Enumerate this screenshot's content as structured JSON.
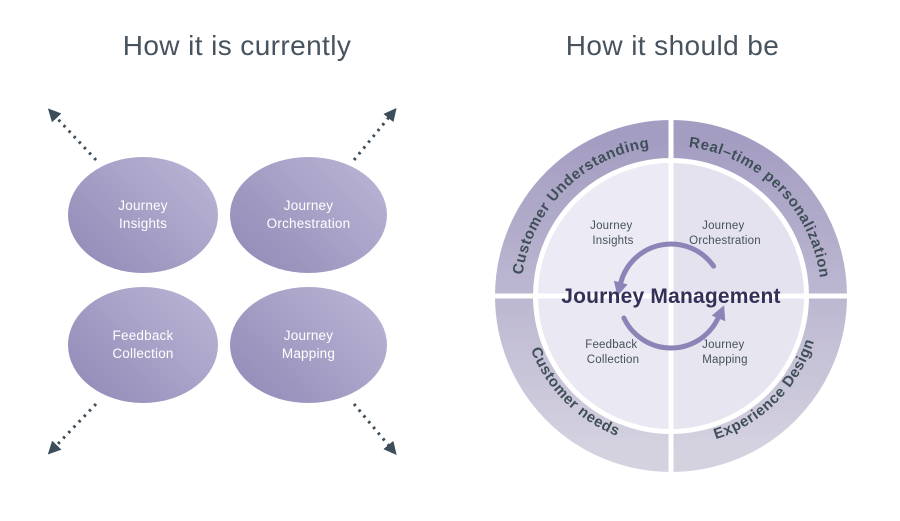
{
  "left_panel": {
    "title": "How it is currently",
    "bubbles": [
      {
        "line1": "Journey",
        "line2": "Insights"
      },
      {
        "line1": "Journey",
        "line2": "Orchestration"
      },
      {
        "line1": "Feedback",
        "line2": "Collection"
      },
      {
        "line1": "Journey",
        "line2": "Mapping"
      }
    ]
  },
  "right_panel": {
    "title": "How it should be",
    "center_label": "Journey Management",
    "ring_labels": {
      "top_left": "Customer Understanding",
      "top_right": "Real–time personalization",
      "bottom_left": "Customer needs",
      "bottom_right": "Experience Design"
    },
    "quadrant_labels": [
      {
        "line1": "Journey",
        "line2": "Insights"
      },
      {
        "line1": "Journey",
        "line2": "Orchestration"
      },
      {
        "line1": "Feedback",
        "line2": "Collection"
      },
      {
        "line1": "Journey",
        "line2": "Mapping"
      }
    ]
  },
  "icons": {
    "expand_arrows": "dotted-arrow-outward",
    "cycle": "circular-cycle-arrows"
  },
  "colors": {
    "background": "#ffffff",
    "title_text": "#47545f",
    "slate_dark": "#3d4e5a",
    "bubble_gradient_light": "#bcb7d6",
    "bubble_gradient_dark": "#8f89b6",
    "ring_gradient_top": "#a49dc2",
    "ring_gradient_bottom": "#d5d2e0",
    "inner_circle": "#e8e6f1",
    "cycle_arrow": "#8b84b6",
    "center_text": "#343159",
    "ring_text": "#3f4f58"
  }
}
